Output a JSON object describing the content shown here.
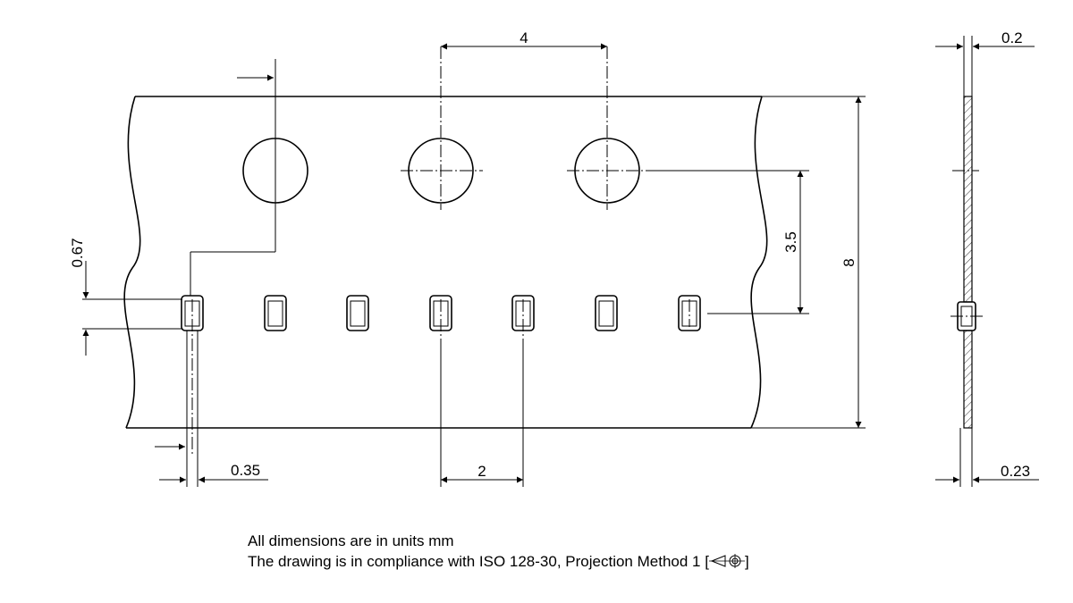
{
  "dimensions": {
    "sprocket_pitch": "4",
    "sprocket_to_cavity": "3.5",
    "tape_width": "8",
    "cavity_height": "0.67",
    "cavity_offset": "0.35",
    "cavity_pitch": "2",
    "top_thickness": "0.2",
    "total_thickness": "0.23"
  },
  "notes": {
    "line1": "All dimensions are in units mm",
    "line2_prefix": "The drawing is in compliance with ISO 128-30, Projection Method 1 [",
    "line2_suffix": "]"
  },
  "projection_symbol": "first-angle-projection-icon"
}
